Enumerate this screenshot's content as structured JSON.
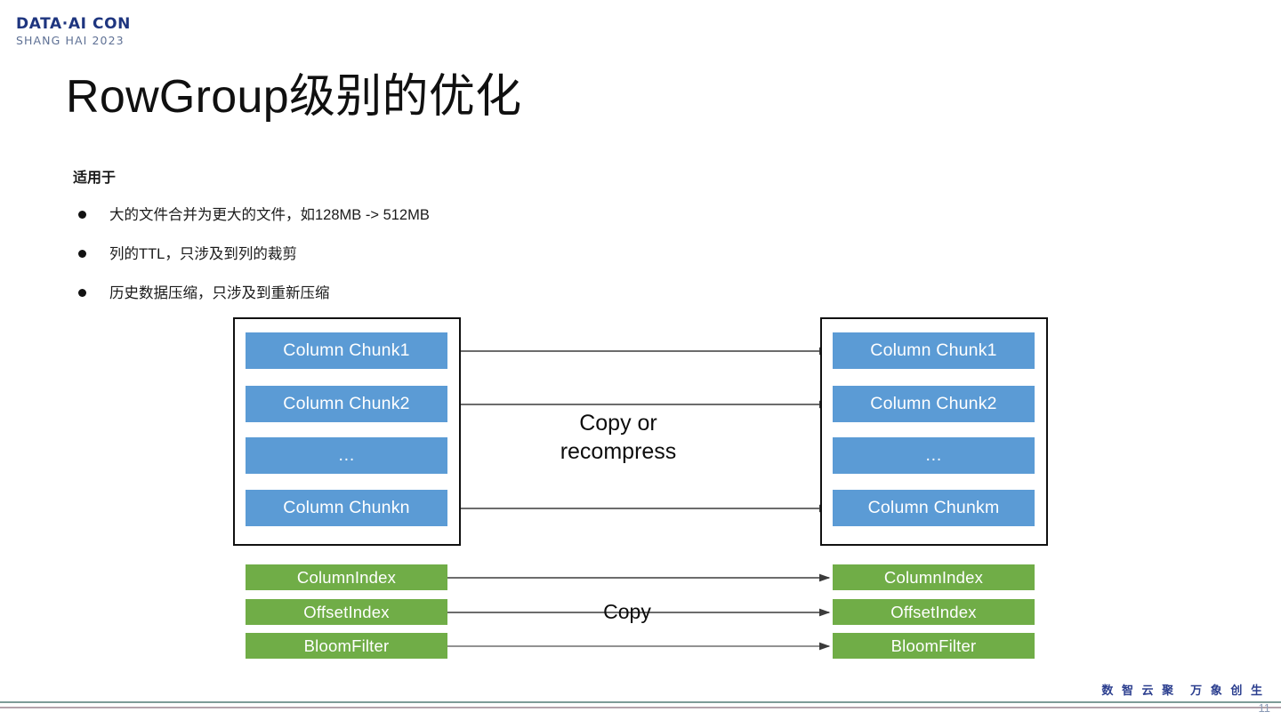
{
  "logo": {
    "main": "DATA·AI CON",
    "sub": "SHANG HAI 2023",
    "main_color": "#1e357f",
    "sub_color": "#5f7195"
  },
  "title": "RowGroup级别的优化",
  "content": {
    "lead": "适用于",
    "bullets": [
      "大的文件合并为更大的文件，如128MB -> 512MB",
      "列的TTL，只涉及到列的裁剪",
      "历史数据压缩，只涉及到重新压缩"
    ]
  },
  "diagram": {
    "colors": {
      "chunk": "#5b9bd5",
      "index": "#70ad47",
      "border": "#111111",
      "arrow": "#3b3b3b"
    },
    "source_rowgroup": {
      "chunks": [
        "Column Chunk1",
        "Column Chunk2",
        "…",
        "Column Chunkn"
      ]
    },
    "target_rowgroup": {
      "chunks": [
        "Column Chunk1",
        "Column Chunk2",
        "…",
        "Column Chunkm"
      ]
    },
    "source_indexes": [
      "ColumnIndex",
      "OffsetIndex",
      "BloomFilter"
    ],
    "target_indexes": [
      "ColumnIndex",
      "OffsetIndex",
      "BloomFilter"
    ],
    "chunk_transfer_label_line1": "Copy or",
    "chunk_transfer_label_line2": "recompress",
    "index_transfer_label": "Copy"
  },
  "footer": {
    "slogan": "数 智 云 聚　万 象 创 生",
    "page_number": "11",
    "rule_color_top": "#7d9c98",
    "rule_color_bottom": "#b3a3ab"
  }
}
